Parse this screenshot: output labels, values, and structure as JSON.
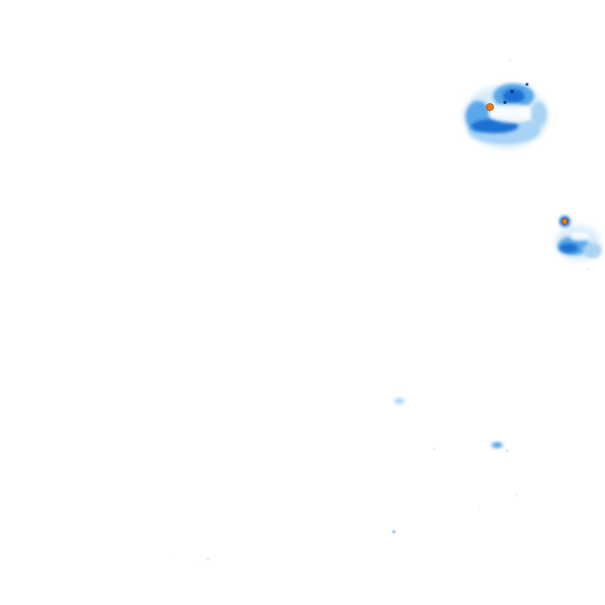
{
  "colors": {
    "background": "#ffffff",
    "very_light": "#d8ecfb",
    "light": "#a9d3f5",
    "medium": "#5aa8ea",
    "strong": "#1f6fd1",
    "intense": "#0d3f8f",
    "core": "#f07a12",
    "core_edge": "#8a4a10"
  },
  "echoes": [
    {
      "name": "cell-northeast-large",
      "intensity": "intense",
      "has_core": true
    },
    {
      "name": "cell-east-small",
      "intensity": "strong",
      "has_core": true
    },
    {
      "name": "fleck-center",
      "intensity": "light",
      "has_core": false
    },
    {
      "name": "fleck-southeast",
      "intensity": "medium",
      "has_core": false
    },
    {
      "name": "speckles-south",
      "intensity": "very_light",
      "has_core": false
    }
  ]
}
